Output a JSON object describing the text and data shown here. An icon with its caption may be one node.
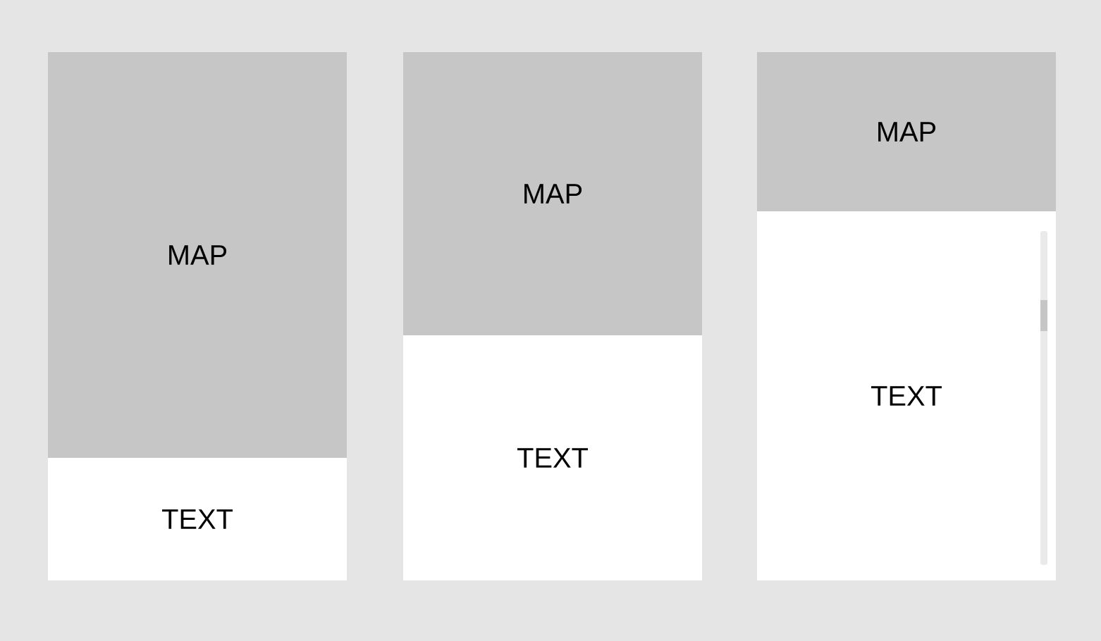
{
  "diagram": {
    "nodes": [
      {
        "text": [
          "MAP"
        ]
      },
      {
        "text": [
          "TEXT"
        ]
      },
      {
        "text": [
          "MAP"
        ]
      },
      {
        "text": [
          "TEXT"
        ]
      },
      {
        "text": [
          "MAP"
        ]
      },
      {
        "text": [
          "TEXT"
        ]
      }
    ]
  }
}
